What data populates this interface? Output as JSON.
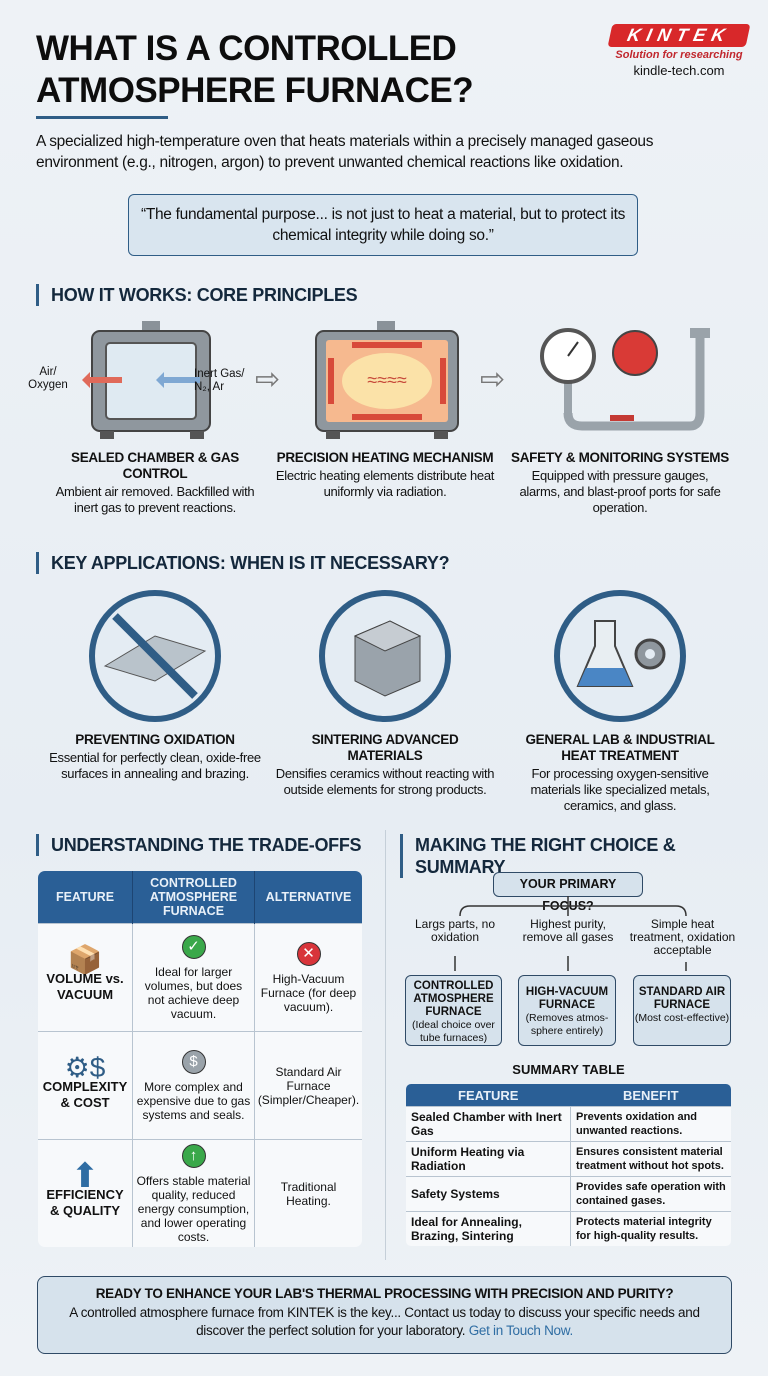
{
  "header": {
    "title_line1": "WHAT IS A CONTROLLED",
    "title_line2": "ATMOSPHERE FURNACE?",
    "logo": {
      "brand": "KINTEK",
      "tagline": "Solution for researching",
      "url": "kindle-tech.com",
      "brand_color": "#d8282a"
    },
    "description": "A specialized high-temperature oven that heats materials within a precisely managed gaseous environment (e.g., nitrogen, argon) to prevent unwanted chemical reactions like oxidation.",
    "quote": "“The fundamental purpose... is not just to heat a material, but to protect its chemical integrity while doing so.”"
  },
  "how_it_works": {
    "heading": "HOW IT WORKS: CORE PRINCIPLES",
    "label_air": "Air/ Oxygen",
    "label_inert": "Inert Gas/ N₂, Ar",
    "items": [
      {
        "title": "SEALED CHAMBER & GAS CONTROL",
        "desc": "Ambient air removed. Backfilled with inert gas to prevent reactions.",
        "icon": "sealed-chamber-icon"
      },
      {
        "title": "PRECISION HEATING MECHANISM",
        "desc": "Electric heating elements distribute heat uniformly via radiation.",
        "icon": "heating-chamber-icon"
      },
      {
        "title": "SAFETY & MONITORING SYSTEMS",
        "desc": "Equipped with pressure gauges, alarms, and blast-proof ports for safe operation.",
        "icon": "gauge-alarm-pipe-icon"
      }
    ]
  },
  "applications": {
    "heading": "KEY APPLICATIONS: WHEN IS IT NECESSARY?",
    "items": [
      {
        "title": "PREVENTING OXIDATION",
        "desc": "Essential for perfectly clean, oxide-free surfaces in annealing and brazing.",
        "icon": "metal-joint-icon"
      },
      {
        "title": "SINTERING ADVANCED MATERIALS",
        "desc": "Densifies ceramics without reacting with outside elements for strong products.",
        "icon": "sintered-cube-icon"
      },
      {
        "title": "GENERAL LAB & INDUSTRIAL HEAT TREATMENT",
        "desc": "For processing oxygen-sensitive materials like specialized metals, ceramics, and glass.",
        "icon": "flask-gear-icon"
      }
    ]
  },
  "tradeoffs": {
    "heading": "UNDERSTANDING THE TRADE-OFFS",
    "columns": [
      "FEATURE",
      "CONTROLLED ATMOSPHERE FURNACE",
      "ALTERNATIVE"
    ],
    "rows": [
      {
        "feature": "VOLUME vs. VACUUM",
        "icon": "box-icon",
        "status": "check",
        "controlled": "Ideal for larger volumes, but does not achieve deep vacuum.",
        "alt_status": "cross",
        "alternative": "High-Vacuum Furnace (for deep vacuum)."
      },
      {
        "feature": "COMPLEXITY & COST",
        "icon": "gears-dollar-icon",
        "status": "gear-dollar",
        "controlled": "More complex and expensive due to gas systems and seals.",
        "alternative": "Standard Air Furnace (Simpler/Cheaper)."
      },
      {
        "feature": "EFFICIENCY & QUALITY",
        "icon": "up-arrow-icon",
        "status": "up",
        "controlled": "Offers stable material quality, reduced energy consumption, and lower operating costs.",
        "alternative": "Traditional Heating."
      }
    ]
  },
  "choice": {
    "heading": "MAKING THE RIGHT CHOICE & SUMMARY",
    "question": "YOUR PRIMARY FOCUS?",
    "branches": [
      {
        "condition": "Largs parts, no oxidation",
        "result": "CONTROLLED ATMOSPHERE FURNACE",
        "note": "(Ideal choice over tube furnaces)"
      },
      {
        "condition": "Highest purity, remove all gases",
        "result": "HIGH-VACUUM FURNACE",
        "note": "(Removes atmos-sphere entirely)"
      },
      {
        "condition": "Simple heat treatment, oxidation acceptable",
        "result": "STANDARD AIR FURNACE",
        "note": "(Most cost-effective)"
      }
    ],
    "summary_title": "SUMMARY TABLE",
    "summary_columns": [
      "FEATURE",
      "BENEFIT"
    ],
    "summary_rows": [
      [
        "Sealed Chamber with Inert Gas",
        "Prevents oxidation and unwanted reactions."
      ],
      [
        "Uniform Heating via Radiation",
        "Ensures consistent material treatment without hot spots."
      ],
      [
        "Safety Systems",
        "Provides safe operation with contained gases."
      ],
      [
        "Ideal for Annealing, Brazing, Sintering",
        "Protects material integrity for high-quality results."
      ]
    ]
  },
  "cta": {
    "heading": "READY TO ENHANCE YOUR LAB'S THERMAL PROCESSING WITH PRECISION AND PURITY?",
    "text": "A controlled atmosphere furnace from KINTEK is the key... Contact us today to discuss your specific needs and discover the perfect solution for your laboratory.",
    "link": "Get in Touch Now.",
    "link_color": "#2f6da3"
  },
  "colors": {
    "accent": "#2f5d86",
    "table_header": "#2a5f96",
    "check": "#3aa84a",
    "cross": "#d8343a"
  }
}
